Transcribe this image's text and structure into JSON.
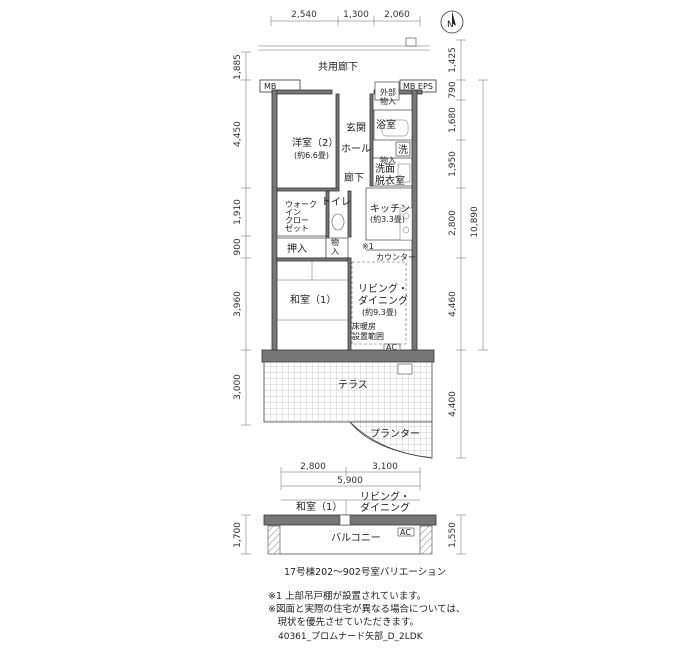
{
  "top_dimensions": [
    "2,540",
    "1,300",
    "2,060"
  ],
  "left_dimensions": [
    "1,885",
    "4,450",
    "1,910",
    "900",
    "3,960",
    "3,000"
  ],
  "right_dimensions": [
    "1,425",
    "790",
    "1,680",
    "1,950",
    "2,800",
    "10,890",
    "4,460",
    "4,400"
  ],
  "north_label": "N",
  "rooms": {
    "corridor": "共用廊下",
    "mb_left": "MB",
    "mb_right": "MB EPS",
    "outdoor_storage": [
      "外部",
      "物入"
    ],
    "western_room_2": [
      "洋室（2）",
      "(約6.6畳)"
    ],
    "entrance": "玄関",
    "bathroom": "浴室",
    "hall": "ホール",
    "laundry_mark": "洗",
    "storage_small": "物入",
    "washroom": [
      "洗面",
      "脱衣室"
    ],
    "hallway": "廊下",
    "toilet": "トイレ",
    "walk_in_closet": [
      "ウォーク",
      "イン",
      "クロー",
      "ゼット"
    ],
    "kitchen": [
      "キッチン",
      "(約3.3畳)"
    ],
    "oshiire": "押入",
    "storage_vertical": [
      "物",
      "入"
    ],
    "counter_note": "※1",
    "counter": "カウンター",
    "japanese_room_1": "和室（1）",
    "living_dining": [
      "リビング・",
      "ダイニング",
      "(約9.3畳)"
    ],
    "floor_heating": [
      "床暖房",
      "設置範囲"
    ],
    "terrace": "テラス",
    "planter": "プランター",
    "ac_label": "AC"
  },
  "variation": {
    "dimensions": [
      "2,800",
      "3,100",
      "5,900"
    ],
    "left_dimension": "1,700",
    "right_dimension": "1,550",
    "japanese_room": "和室（1）",
    "living_dining": [
      "リビング・",
      "ダイニング"
    ],
    "balcony": "バルコニー",
    "ac_label": "AC"
  },
  "caption": "17号棟202〜902号室バリエーション",
  "notes": [
    "※1  上部吊戸棚が設置されています。",
    "※図面と実際の住宅が異なる場合については、",
    "　現状を優先させていただきます。"
  ],
  "footer_id": "40361_プロムナード矢部_D_2LDK"
}
